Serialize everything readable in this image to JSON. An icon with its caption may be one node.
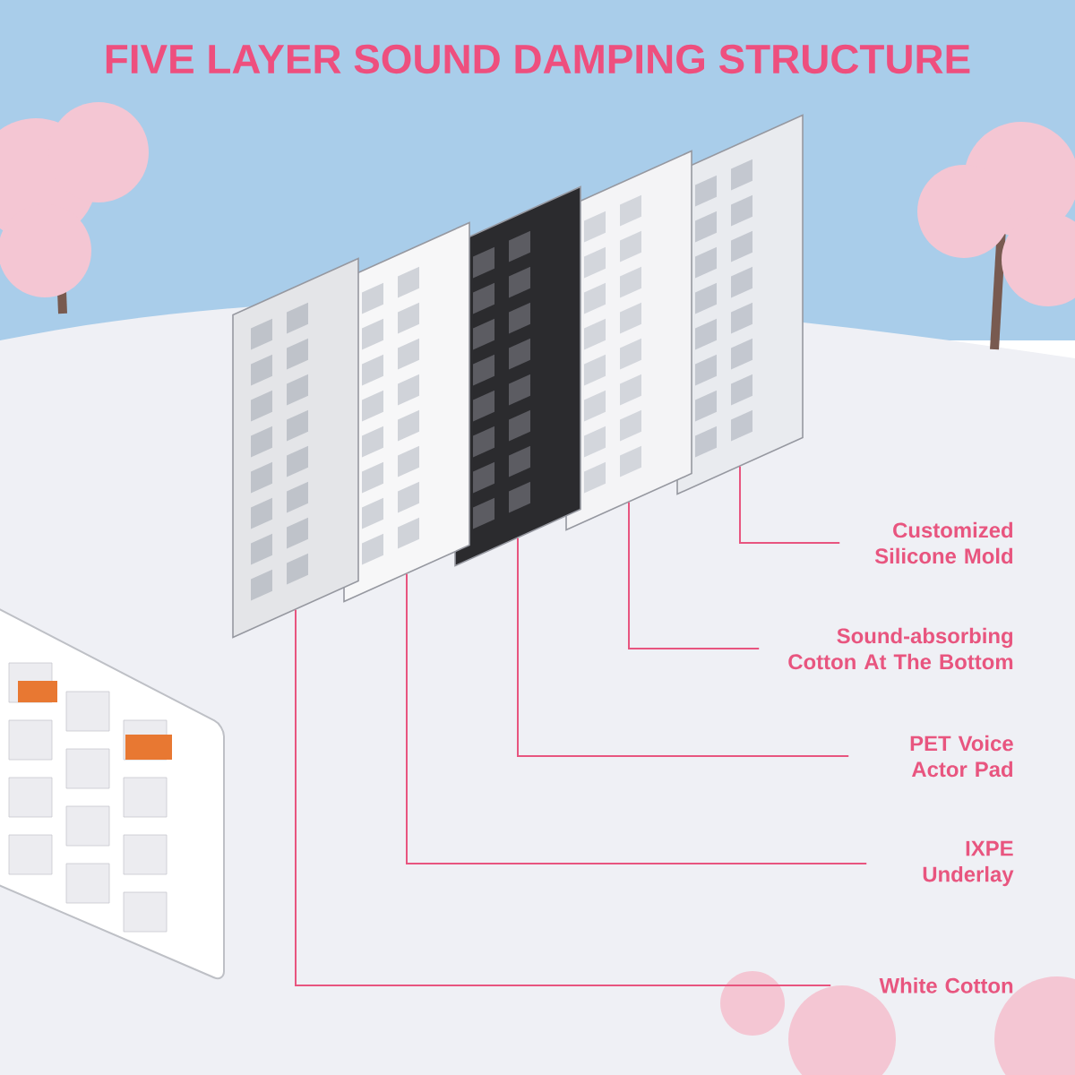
{
  "diagram": {
    "title": "FIVE LAYER SOUND DAMPING STRUCTURE",
    "nodes": [
      {
        "text": [
          "Customized Silicone Mold"
        ]
      },
      {
        "text": [
          "Sound-absorbing Cotton At The Bottom"
        ]
      },
      {
        "text": [
          "PET Voice Actor Pad"
        ]
      },
      {
        "text": [
          "IXPE Underlay"
        ]
      },
      {
        "text": [
          "White Cotton"
        ]
      },
      {
        "text": [],
        "shape": "picture"
      },
      {
        "text": [],
        "shape": "picture"
      },
      {
        "text": [],
        "shape": "picture"
      },
      {
        "text": [],
        "shape": "picture"
      },
      {
        "text": [],
        "shape": "picture"
      }
    ],
    "edges": [
      {
        "from": 0,
        "to": 5,
        "arrow": "none"
      },
      {
        "from": 1,
        "to": 6,
        "arrow": "none"
      },
      {
        "from": 2,
        "to": 7,
        "arrow": "none"
      },
      {
        "from": 3,
        "to": 8,
        "arrow": "none"
      },
      {
        "from": 4,
        "to": 9,
        "arrow": "none"
      }
    ]
  }
}
